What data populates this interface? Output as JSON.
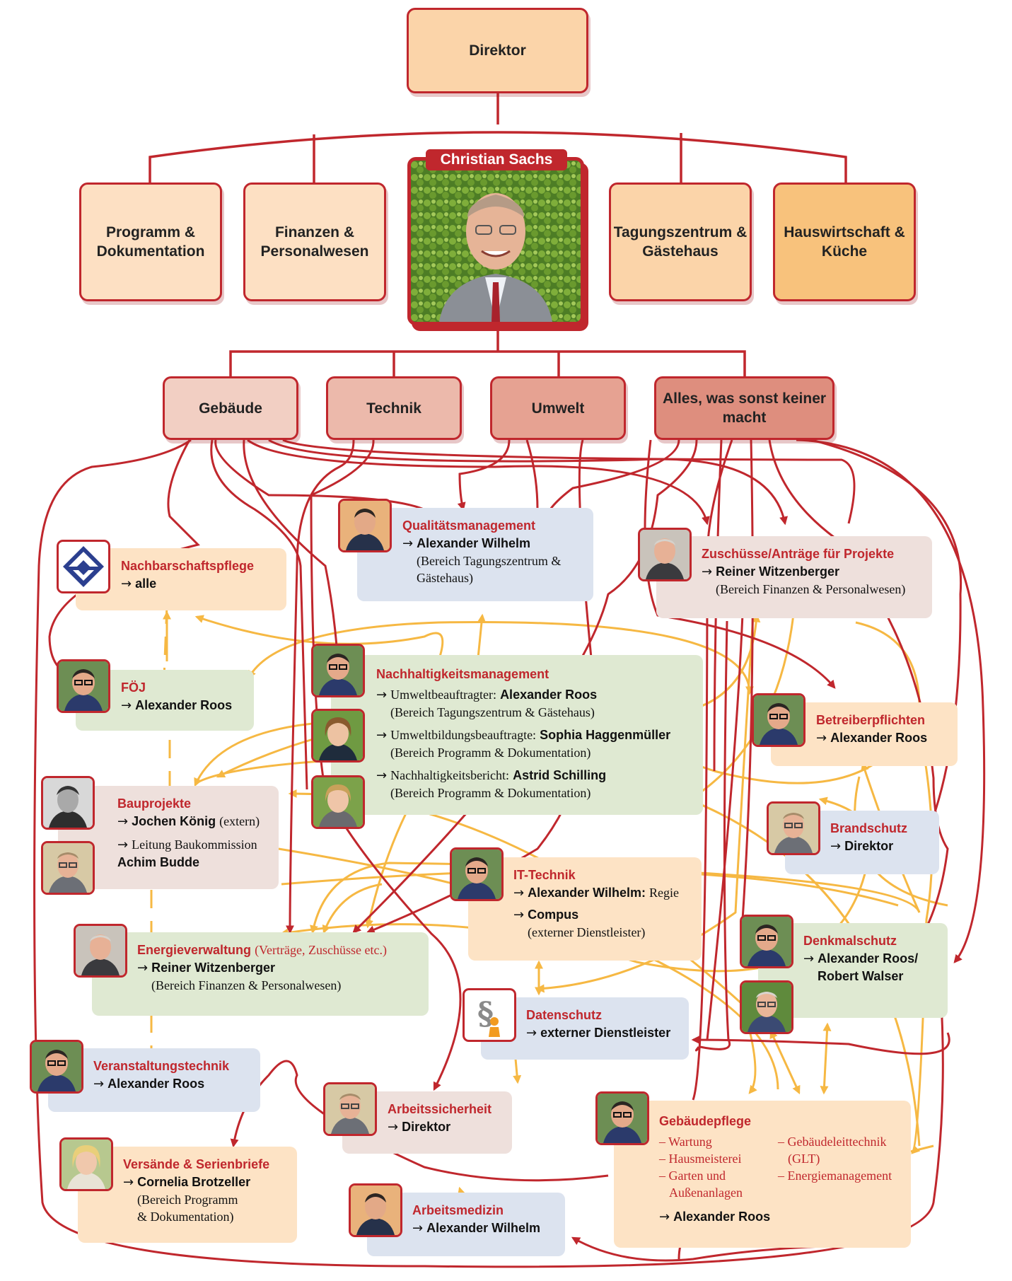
{
  "colors": {
    "red": "#c0272d",
    "orange_line": "#f6b843"
  },
  "top": {
    "director": "Direktor"
  },
  "departments": [
    {
      "label": "Programm & Dokumentation"
    },
    {
      "label": "Finanzen & Personalwesen"
    },
    {
      "label": "Tagungszentrum & Gästehaus"
    },
    {
      "label": "Hauswirtschaft & Küche"
    }
  ],
  "hero": {
    "name": "Christian Sachs"
  },
  "areas": [
    {
      "label": "Gebäude"
    },
    {
      "label": "Technik"
    },
    {
      "label": "Umwelt"
    },
    {
      "label": "Alles, was sonst keiner macht"
    }
  ],
  "arrow": "→",
  "cards": {
    "qualitaet": {
      "title": "Qualitätsmanagement",
      "person": "Alexander Wilhelm",
      "note": "(Bereich Tagungszentrum & Gästehaus)"
    },
    "nachbarschaft": {
      "title": "Nachbarschaftspflege",
      "person": "alle"
    },
    "zuschuesse": {
      "title": "Zuschüsse/Anträge für Projekte",
      "person": "Reiner Witzenberger",
      "note": "(Bereich Finanzen & Personalwesen)"
    },
    "foej": {
      "title": "FÖJ",
      "person": "Alexander Roos"
    },
    "nachhaltigkeit": {
      "title": "Nachhaltigkeitsmanagement",
      "lines": [
        {
          "role": "Umweltbeauftragter:",
          "person": "Alexander Roos",
          "note": "(Bereich Tagungszentrum & Gästehaus)"
        },
        {
          "role": "Umweltbildungsbeauftragte:",
          "person": "Sophia Haggenmüller",
          "note": "(Bereich Programm & Dokumentation)"
        },
        {
          "role": "Nachhaltigkeitsbericht:",
          "person": "Astrid Schilling",
          "note": "(Bereich Programm & Dokumentation)"
        }
      ]
    },
    "betreiber": {
      "title": "Betreiberpflichten",
      "person": "Alexander Roos"
    },
    "bauprojekte": {
      "title": "Bauprojekte",
      "person": "Jochen König",
      "extern": "(extern)",
      "role2": "Leitung Baukommission",
      "person2": "Achim Budde"
    },
    "brandschutz": {
      "title": "Brandschutz",
      "person": "Direktor"
    },
    "it": {
      "title": "IT-Technik",
      "person": "Alexander Wilhelm:",
      "regie": "Regie",
      "person2": "Compus",
      "note2": "(externer Dienstleister)"
    },
    "denkmal": {
      "title": "Denkmalschutz",
      "person": "Alexander Roos/",
      "person2": "Robert Walser"
    },
    "energie": {
      "title": "Energieverwaltung",
      "title_note": "(Verträge, Zuschüsse etc.)",
      "person": "Reiner Witzenberger",
      "note": "(Bereich Finanzen & Personalwesen)"
    },
    "datenschutz": {
      "title": "Datenschutz",
      "person": "externer Dienstleister"
    },
    "veranstaltung": {
      "title": "Veranstaltungstechnik",
      "person": "Alexander Roos"
    },
    "arbeitssicherheit": {
      "title": "Arbeitssicherheit",
      "person": "Direktor"
    },
    "gebaeudepflege": {
      "title": "Gebäudepflege",
      "tasks_left": [
        "– Wartung",
        "– Hausmeisterei",
        "– Garten und",
        "Außenanlagen"
      ],
      "tasks_right": [
        "– Gebäudeleittechnik",
        "(GLT)",
        "– Energiemanagement"
      ],
      "person": "Alexander Roos"
    },
    "versaende": {
      "title": "Versände & Serienbriefe",
      "person": "Cornelia Brotzeller",
      "note1": "(Bereich Programm",
      "note2": "& Dokumentation)"
    },
    "arbeitsmedizin": {
      "title": "Arbeitsmedizin",
      "person": "Alexander Wilhelm"
    }
  }
}
